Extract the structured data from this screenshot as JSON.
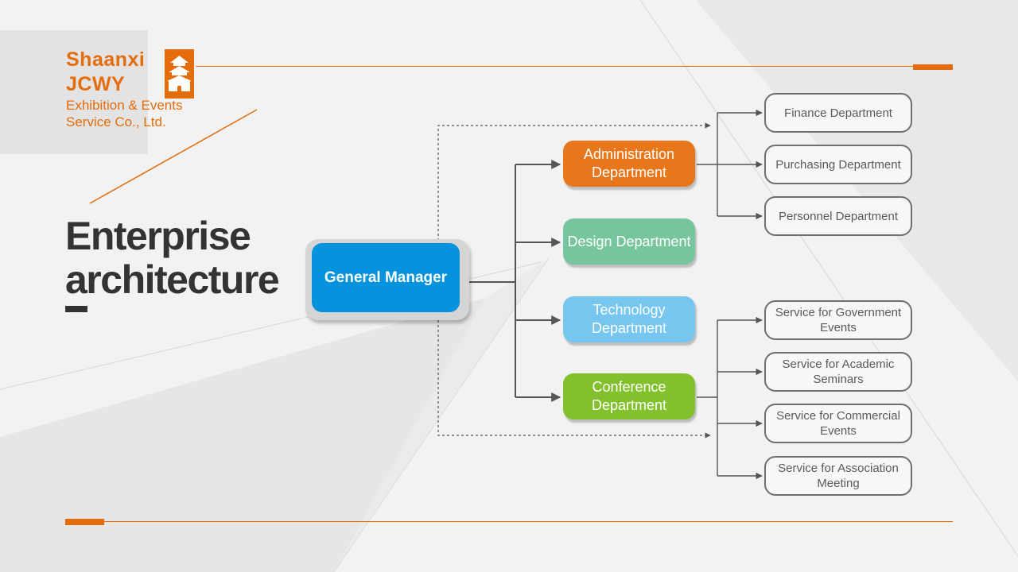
{
  "company": {
    "line1": "Shaanxi",
    "line2": "JCWY",
    "line3": "Exhibition & Events",
    "line4": "Service Co., Ltd."
  },
  "title": {
    "line1": "Enterprise",
    "line2": "architecture"
  },
  "colors": {
    "accent": "#e46c0a",
    "general_manager": "#0593de",
    "administration": "#e8761a",
    "design": "#77c59c",
    "technology": "#76c6ef",
    "conference": "#82c12d",
    "connector": "#555555"
  },
  "org": {
    "general_manager": "General Manager",
    "departments": {
      "administration": "Administration Department",
      "design": "Design Department",
      "technology": "Technology Department",
      "conference": "Conference Department"
    },
    "admin_units": {
      "finance": "Finance Department",
      "purchasing": "Purchasing Department",
      "personnel": "Personnel Department"
    },
    "conference_units": {
      "government": "Service for Government Events",
      "academic": "Service for Academic Seminars",
      "commercial": "Service for Commercial Events",
      "association": "Service for Association Meeting"
    }
  }
}
